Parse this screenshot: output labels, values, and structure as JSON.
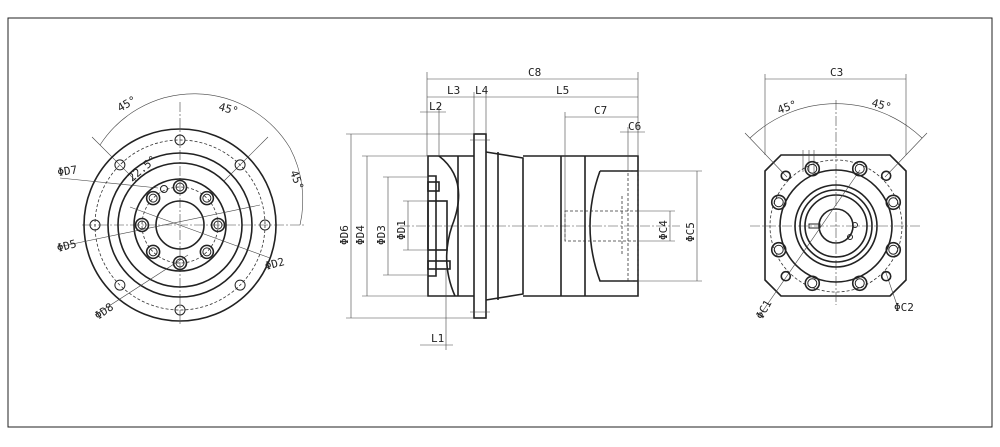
{
  "front_view": {
    "angle_top_left": "45°",
    "angle_top_right": "45°",
    "angle_right": "45°",
    "angle_small": "22.5°",
    "d7": "ΦD7",
    "d5": "ΦD5",
    "d2": "ΦD2",
    "d8": "ΦD8"
  },
  "side_view": {
    "c8": "C8",
    "l3": "L3",
    "l4": "L4",
    "l5": "L5",
    "l2": "L2",
    "c7": "C7",
    "c6": "C6",
    "d6": "ΦD6",
    "d4": "ΦD4",
    "d3": "ΦD3",
    "d1": "ΦD1",
    "c4": "ΦC4",
    "c5": "ΦC5",
    "l1": "L1"
  },
  "rear_view": {
    "c3": "C3",
    "angle_left": "45°",
    "angle_right": "45°",
    "c1": "ΦC1",
    "c2": "ΦC2"
  }
}
